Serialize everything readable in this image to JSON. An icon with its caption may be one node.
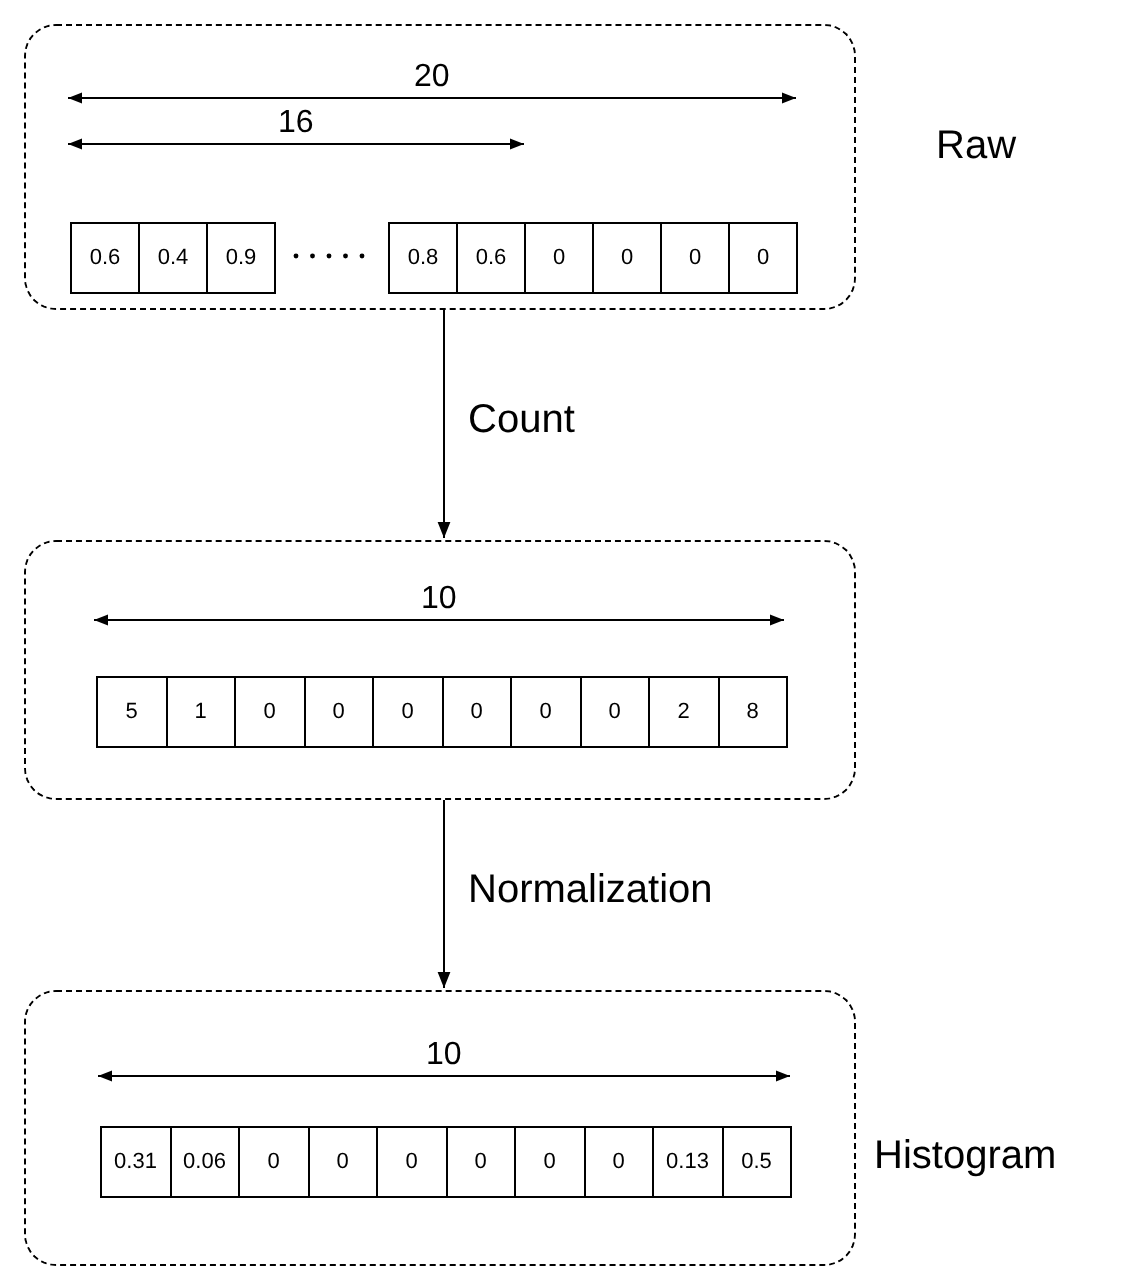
{
  "diagram": {
    "nodes": [
      {
        "text": [],
        "shape": "box",
        "beside": [
          "Raw"
        ]
      },
      {
        "text": [
          "0.6"
        ],
        "in": 0
      },
      {
        "text": [
          "0.4"
        ],
        "in": 0
      },
      {
        "text": [
          "0.9"
        ],
        "in": 0
      },
      {
        "text": [
          "0.8"
        ],
        "in": 0
      },
      {
        "text": [
          "0.6"
        ],
        "in": 0
      },
      {
        "text": [
          "0"
        ],
        "in": 0
      },
      {
        "text": [
          "0"
        ],
        "in": 0
      },
      {
        "text": [
          "0"
        ],
        "in": 0
      },
      {
        "text": [
          "0"
        ],
        "in": 0
      },
      {
        "text": [],
        "shape": "box"
      },
      {
        "text": [
          "5"
        ],
        "in": 10
      },
      {
        "text": [
          "1"
        ],
        "in": 10
      },
      {
        "text": [
          "0"
        ],
        "in": 10
      },
      {
        "text": [
          "0"
        ],
        "in": 10
      },
      {
        "text": [
          "0"
        ],
        "in": 10
      },
      {
        "text": [
          "0"
        ],
        "in": 10
      },
      {
        "text": [
          "0"
        ],
        "in": 10
      },
      {
        "text": [
          "0"
        ],
        "in": 10
      },
      {
        "text": [
          "2"
        ],
        "in": 10
      },
      {
        "text": [
          "8"
        ],
        "in": 10
      },
      {
        "text": [],
        "shape": "box",
        "beside": [
          "Histogram"
        ]
      },
      {
        "text": [
          "0.31"
        ],
        "in": 21
      },
      {
        "text": [
          "0.06"
        ],
        "in": 21
      },
      {
        "text": [
          "0"
        ],
        "in": 21
      },
      {
        "text": [
          "0"
        ],
        "in": 21
      },
      {
        "text": [
          "0"
        ],
        "in": 21
      },
      {
        "text": [
          "0"
        ],
        "in": 21
      },
      {
        "text": [
          "0"
        ],
        "in": 21
      },
      {
        "text": [
          "0"
        ],
        "in": 21
      },
      {
        "text": [
          "0.13"
        ],
        "in": 21
      },
      {
        "text": [
          "0.5"
        ],
        "in": 21
      }
    ],
    "edges": [
      {
        "from": 0,
        "to": 10,
        "arrow": "to",
        "label": "Count"
      },
      {
        "from": 10,
        "to": 21,
        "arrow": "to",
        "label": "Normalization"
      }
    ],
    "labels": [
      "20",
      "16",
      "10",
      "10"
    ]
  }
}
